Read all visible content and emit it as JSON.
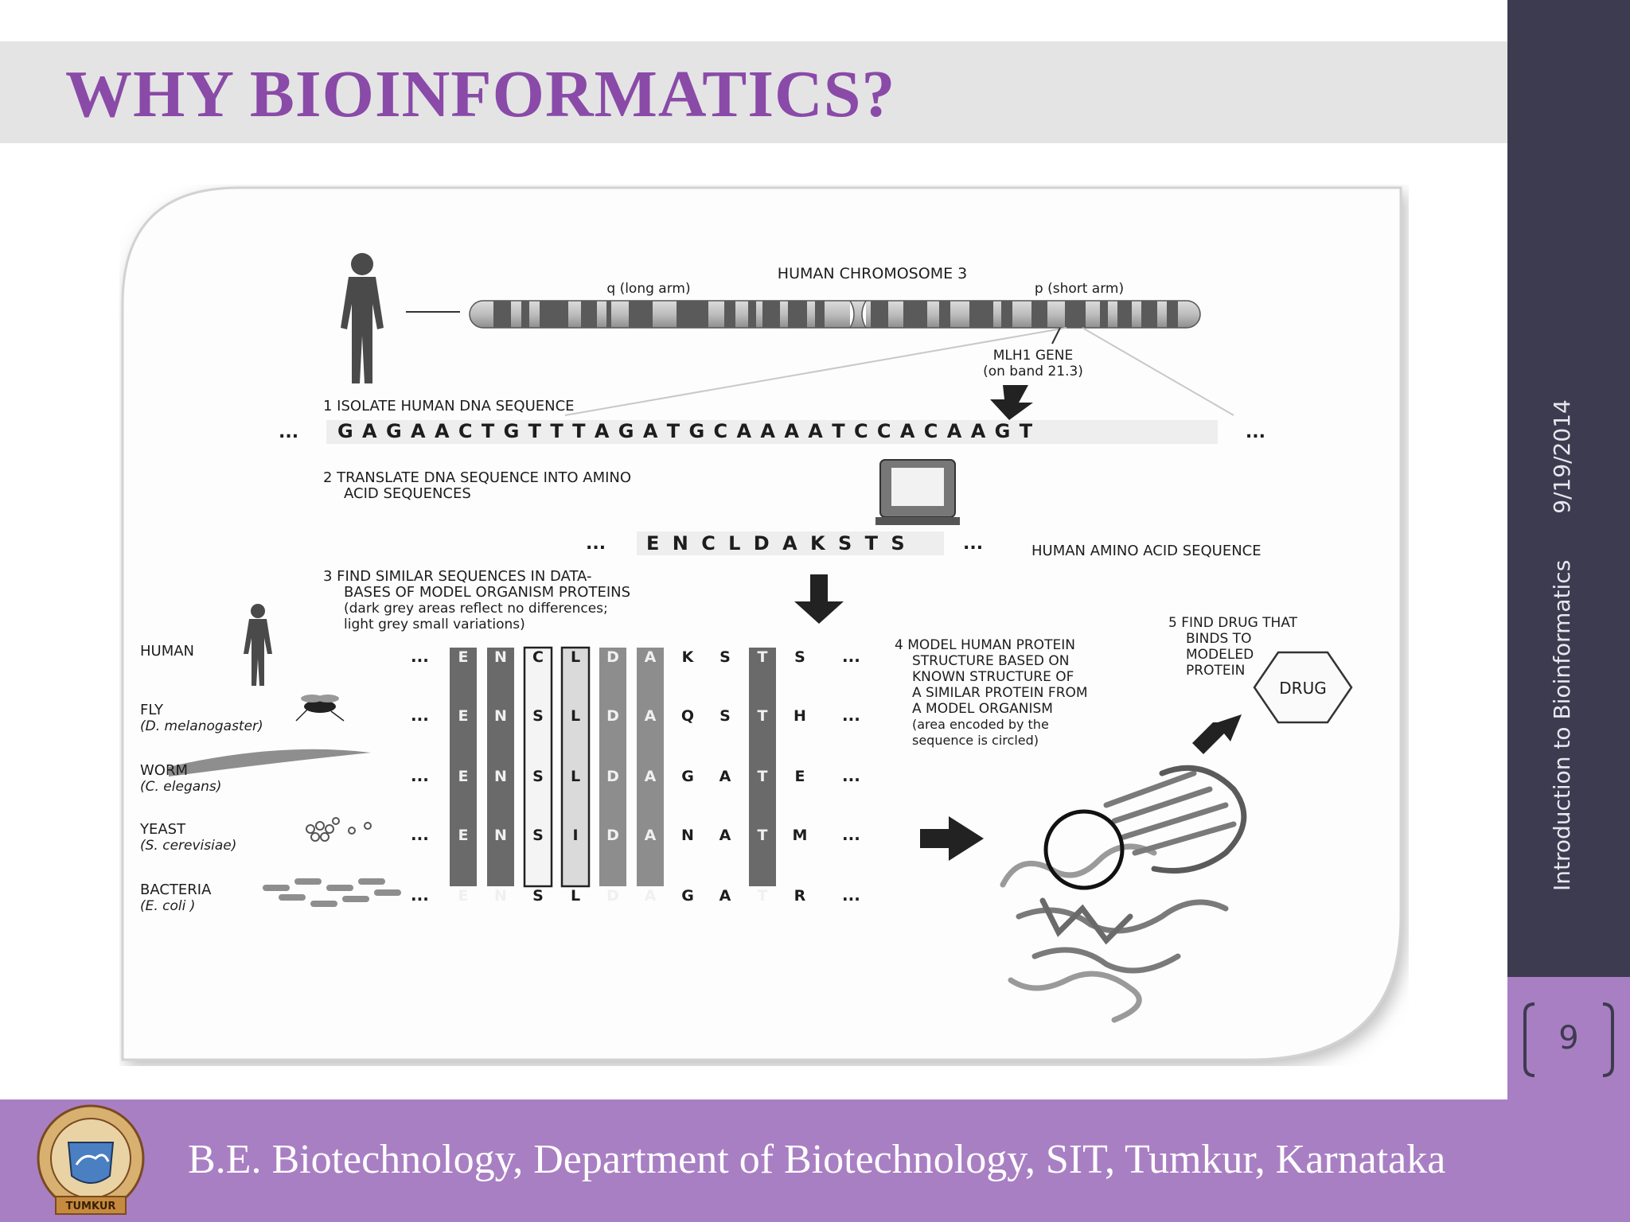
{
  "slide": {
    "title": "WHY BIOINFORMATICS?",
    "side_title": "Introduction to Bioinformatics",
    "date": "9/19/2014",
    "page_number": "9",
    "footer": "B.E. Biotechnology, Department of Biotechnology, SIT, Tumkur, Karnataka",
    "logo_text": "TUMKUR"
  },
  "figure": {
    "chromosome_title": "HUMAN CHROMOSOME 3",
    "q_arm": "q (long arm)",
    "p_arm": "p (short arm)",
    "gene_line1": "MLH1 GENE",
    "gene_line2": "(on band 21.3)",
    "step1": "1  ISOLATE HUMAN DNA SEQUENCE",
    "dna_prefix": "...",
    "dna_sequence": "G A G A A C T G T T T A G A T G C A A A A T C C A C A A G T",
    "dna_suffix": "...",
    "step2_line1": "2  TRANSLATE DNA SEQUENCE INTO AMINO",
    "step2_line2": "ACID SEQUENCES",
    "aa_prefix": "...",
    "aa_sequence": "E N C L D A K S T S",
    "aa_suffix": "...",
    "aa_label": "HUMAN AMINO ACID SEQUENCE",
    "step3_line1": "3  FIND SIMILAR SEQUENCES IN DATA-",
    "step3_line2": "BASES OF MODEL ORGANISM PROTEINS",
    "step3_line3": "(dark grey areas reflect no differences;",
    "step3_line4": "light grey small variations)",
    "step4_line1": "4  MODEL HUMAN PROTEIN",
    "step4_line2": "STRUCTURE BASED ON",
    "step4_line3": "KNOWN STRUCTURE OF",
    "step4_line4": "A SIMILAR PROTEIN FROM",
    "step4_line5": "A MODEL ORGANISM",
    "step4_line6": "(area encoded by the",
    "step4_line7": "sequence is circled)",
    "step5_line1": "5  FIND DRUG THAT",
    "step5_line2": "BINDS TO",
    "step5_line3": "MODELED",
    "step5_line4": "PROTEIN",
    "drug": "DRUG",
    "ellipsis": "...",
    "organisms": [
      {
        "name": "HUMAN",
        "species": "",
        "residues": [
          "E",
          "N",
          "C",
          "L",
          "D",
          "A",
          "K",
          "S",
          "T",
          "S"
        ]
      },
      {
        "name": "FLY",
        "species": "(D. melanogaster)",
        "residues": [
          "E",
          "N",
          "S",
          "L",
          "D",
          "A",
          "Q",
          "S",
          "T",
          "H"
        ]
      },
      {
        "name": "WORM",
        "species": "(C. elegans)",
        "residues": [
          "E",
          "N",
          "S",
          "L",
          "D",
          "A",
          "G",
          "A",
          "T",
          "E"
        ]
      },
      {
        "name": "YEAST",
        "species": "(S. cerevisiae)",
        "residues": [
          "E",
          "N",
          "S",
          "I",
          "D",
          "A",
          "N",
          "A",
          "T",
          "M"
        ]
      },
      {
        "name": "BACTERIA",
        "species": "(E. coli )",
        "residues": [
          "E",
          "N",
          "S",
          "L",
          "D",
          "A",
          "G",
          "A",
          "T",
          "R"
        ]
      }
    ]
  }
}
